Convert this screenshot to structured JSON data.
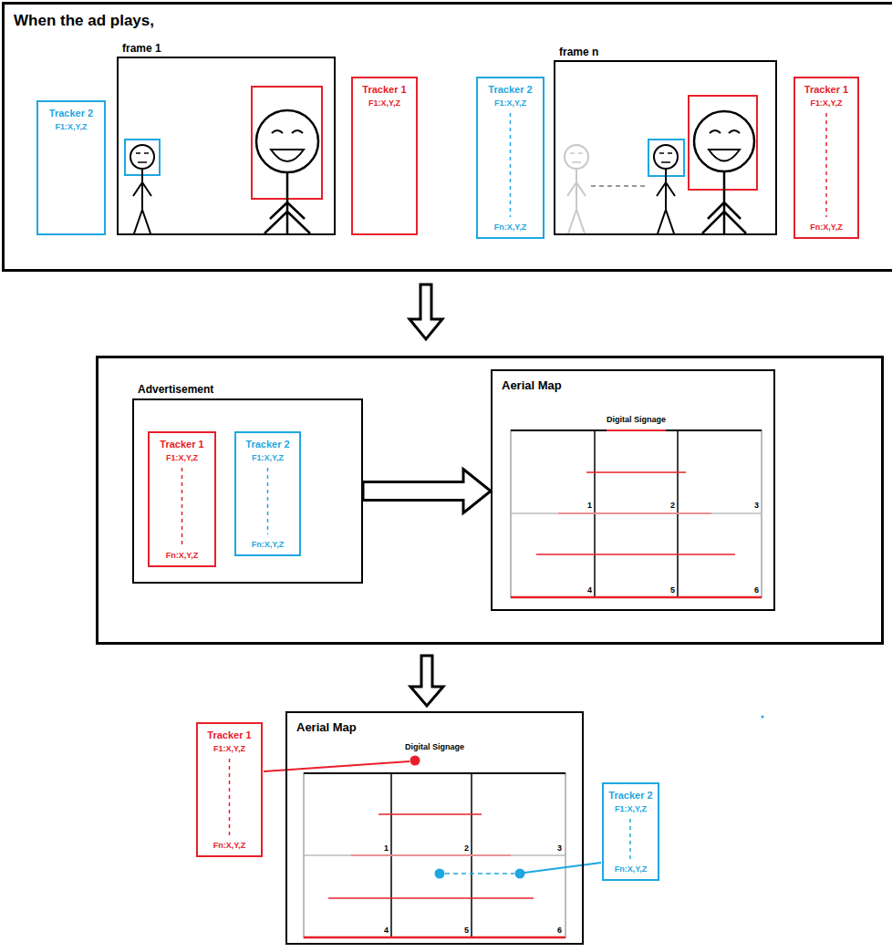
{
  "diagram": {
    "nodes": [
      {
        "text": [
          "When the ad plays,"
        ]
      },
      {
        "text": [
          "Tracker 2",
          "F1:X,Y,Z"
        ],
        "in": 0
      },
      {
        "text": [
          "frame 1"
        ],
        "in": 0
      },
      {
        "text": [
          "Tracker 1",
          "F1:X,Y,Z"
        ],
        "in": 0
      },
      {
        "text": [
          "Tracker 2",
          "F1:X,Y,Z",
          "Fn:X,Y,Z"
        ],
        "in": 0
      },
      {
        "text": [
          "frame n"
        ],
        "in": 0
      },
      {
        "text": [
          "Tracker 1",
          "F1:X,Y,Z",
          "Fn:X,Y,Z"
        ],
        "in": 0
      },
      {
        "text": [
          "Advertisement"
        ]
      },
      {
        "text": [
          "Tracker 1",
          "F1:X,Y,Z",
          "Fn:X,Y,Z"
        ],
        "in": 7
      },
      {
        "text": [
          "Tracker 2",
          "F1:X,Y,Z",
          "Fn:X,Y,Z"
        ],
        "in": 7
      },
      {
        "text": [
          "Aerial Map",
          "Digital Signage"
        ]
      },
      {
        "text": [
          "Tracker 1",
          "F1:X,Y,Z",
          "Fn:X,Y,Z"
        ]
      },
      {
        "text": [
          "Aerial Map",
          "Digital Signage"
        ]
      },
      {
        "text": [
          "Tracker 2",
          "F1:X,Y,Z",
          "Fn:X,Y,Z"
        ]
      }
    ],
    "edges": [
      {
        "from": 7,
        "to": 10,
        "arrow": "to"
      }
    ],
    "labels": [
      "1",
      "2",
      "3",
      "4",
      "5",
      "6",
      "1",
      "2",
      "3",
      "4",
      "5",
      "6"
    ]
  }
}
